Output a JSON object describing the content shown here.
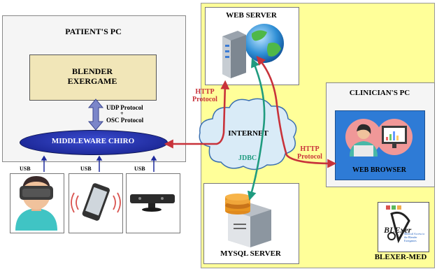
{
  "patient_pc": {
    "title": "PATIENT'S PC",
    "blender": "BLENDER EXERGAME",
    "protocol_line1": "UDP Protocol",
    "protocol_plus": "+",
    "protocol_line2": "OSC Protocol",
    "middleware": "MIDDLEWARE CHIRO"
  },
  "usb": {
    "label": "USB"
  },
  "web_server": {
    "title": "WEB SERVER"
  },
  "internet": {
    "label": "INTERNET"
  },
  "jdbc": {
    "label": "JDBC"
  },
  "http_left": {
    "line1": "HTTP",
    "line2": "Protocol"
  },
  "http_right": {
    "line1": "HTTP",
    "line2": "Protocol"
  },
  "clinician_pc": {
    "title": "CLINICIAN'S PC",
    "browser": "WEB BROWSER"
  },
  "mysql": {
    "title": "MYSQL SERVER"
  },
  "blexer_med": {
    "title": "BLEXER-MED",
    "logo_text": "BLExer",
    "logo_subtitle": "Medical Access to the Blender Exergames"
  },
  "colors": {
    "yellow_bg": "#ffff99",
    "http_arrow": "#c8323a",
    "jdbc_arrow": "#1f9b7f",
    "middleware_fill": "#1f2b9c",
    "blender_fill": "#f1e6b8",
    "cloud_fill": "#d9ebf7"
  }
}
